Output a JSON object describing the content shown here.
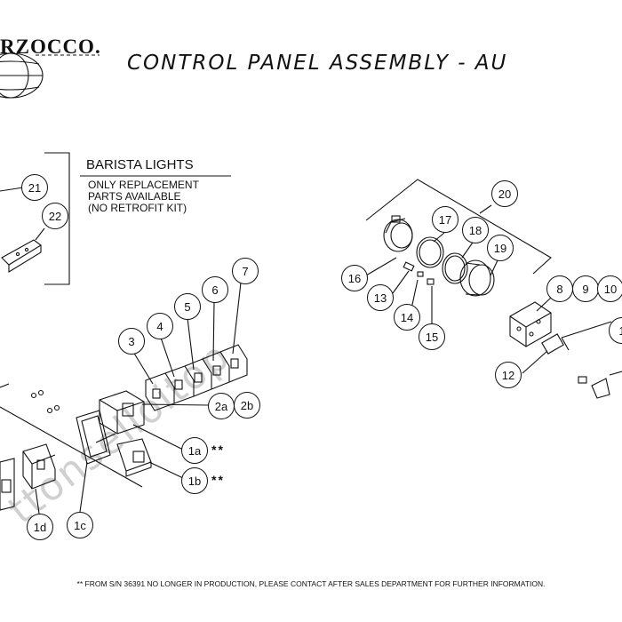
{
  "header": {
    "brand_text": "RZOCCO.",
    "title": "CONTROL PANEL ASSEMBLY - AU"
  },
  "barista_lights": {
    "heading": "BARISTA LIGHTS",
    "lines": [
      "ONLY REPLACEMENT",
      "PARTS AVAILABLE",
      "(NO RETROFIT KIT)"
    ]
  },
  "callouts": [
    {
      "label": "21"
    },
    {
      "label": "22"
    },
    {
      "label": "20"
    },
    {
      "label": "17"
    },
    {
      "label": "18"
    },
    {
      "label": "19"
    },
    {
      "label": "16"
    },
    {
      "label": "13"
    },
    {
      "label": "14"
    },
    {
      "label": "15"
    },
    {
      "label": "8"
    },
    {
      "label": "9"
    },
    {
      "label": "10"
    },
    {
      "label": "1"
    },
    {
      "label": "12"
    },
    {
      "label": "7"
    },
    {
      "label": "6"
    },
    {
      "label": "5"
    },
    {
      "label": "4"
    },
    {
      "label": "3"
    },
    {
      "label": "2a"
    },
    {
      "label": "2b"
    },
    {
      "label": "1a"
    },
    {
      "label": "1b"
    },
    {
      "label": "1c"
    },
    {
      "label": "1d"
    }
  ],
  "stars": {
    "s1a": "**",
    "s1b": "**"
  },
  "footer_note": "** FROM S/N 36391 NO LONGER IN PRODUCTION, PLEASE CONTACT AFTER SALES DEPARTMENT FOR FURTHER INFORMATION.",
  "watermark": "ttonselloitop"
}
